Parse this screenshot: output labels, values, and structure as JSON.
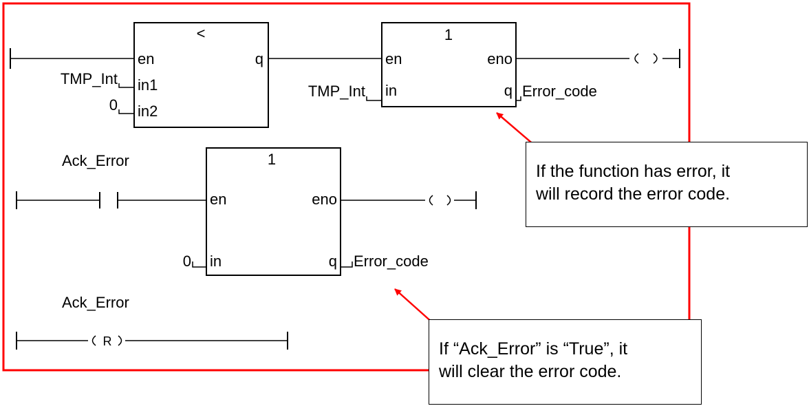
{
  "rung1": {
    "block_title": "<",
    "pins": {
      "en": "en",
      "q": "q",
      "in1": "in1",
      "in2": "in2"
    },
    "var_in1": "TMP_Int",
    "var_in2": "0"
  },
  "rung1b": {
    "block_title": "1",
    "pins": {
      "en": "en",
      "eno": "eno",
      "in": "in",
      "q": "q"
    },
    "var_in": "TMP_Int",
    "var_q": "Error_code"
  },
  "rung2": {
    "contact_label": "Ack_Error",
    "block_title": "1",
    "pins": {
      "en": "en",
      "eno": "eno",
      "in": "in",
      "q": "q"
    },
    "var_in": "0",
    "var_q": "Error_code"
  },
  "rung3": {
    "coil_label": "Ack_Error",
    "coil_symbol": "R"
  },
  "callouts": {
    "top": [
      "If the function has error, it",
      "will record the error code."
    ],
    "bottom": [
      "If “Ack_Error” is “True”, it",
      "will clear the error code."
    ]
  },
  "colors": {
    "frame": "#ff0000",
    "arrow": "#ff0000",
    "lines": "#000000"
  }
}
